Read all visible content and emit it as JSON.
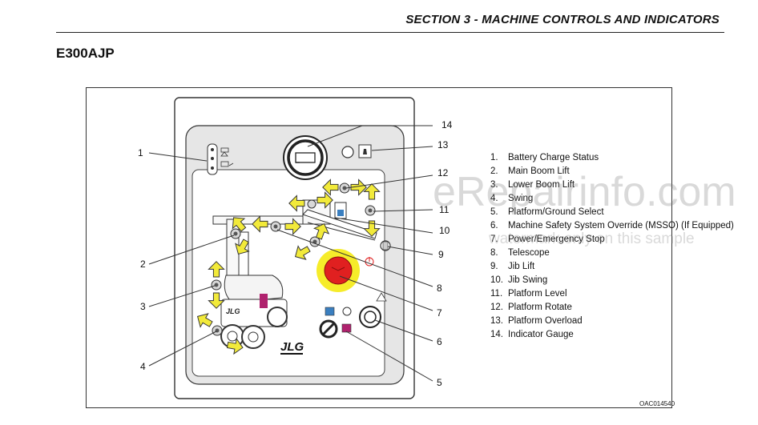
{
  "header": {
    "section_title": "SECTION 3 - MACHINE CONTROLS AND INDICATORS",
    "model": "E300AJP"
  },
  "figure": {
    "brand_logo": "JLG",
    "figure_code": "OAC014540",
    "callouts": [
      "1",
      "2",
      "3",
      "4",
      "5",
      "6",
      "7",
      "8",
      "9",
      "10",
      "11",
      "12",
      "13",
      "14"
    ]
  },
  "legend": [
    {
      "num": "1.",
      "label": "Battery Charge Status"
    },
    {
      "num": "2.",
      "label": "Main Boom Lift"
    },
    {
      "num": "3.",
      "label": "Lower Boom Lift"
    },
    {
      "num": "4.",
      "label": "Swing"
    },
    {
      "num": "5.",
      "label": "Platform/Ground Select"
    },
    {
      "num": "6.",
      "label": "Machine Safety System Override (MSSO) (If Equipped)"
    },
    {
      "num": "7.",
      "label": "Power/Emergency Stop"
    },
    {
      "num": "8.",
      "label": "Telescope"
    },
    {
      "num": "9.",
      "label": "Jib Lift"
    },
    {
      "num": "10.",
      "label": "Jib Swing"
    },
    {
      "num": "11.",
      "label": "Platform Level"
    },
    {
      "num": "12.",
      "label": "Platform Rotate"
    },
    {
      "num": "13.",
      "label": "Platform Overload"
    },
    {
      "num": "14.",
      "label": "Indicator Gauge"
    }
  ],
  "watermark": {
    "main": "eRepairinfo.com",
    "sub": "watermark only on this sample"
  },
  "colors": {
    "arrow": "#f2ea3a",
    "estop_red": "#e02020",
    "estop_yellow": "#f6ec2a",
    "blue": "#3a7fc0",
    "magenta": "#b0226e"
  }
}
